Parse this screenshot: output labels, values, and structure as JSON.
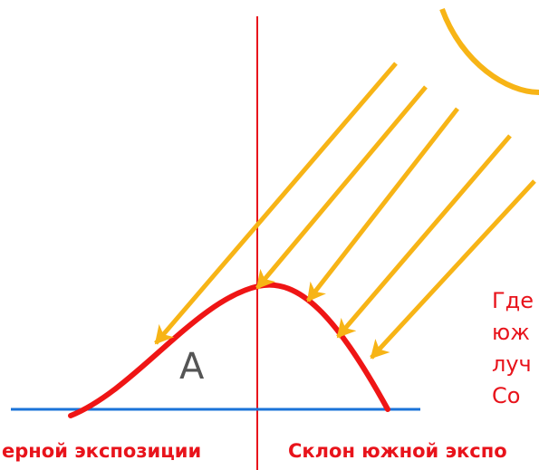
{
  "colors": {
    "sun": "#f7b416",
    "ray": "#f7b416",
    "hill": "#ef1515",
    "ground": "#1a73d8",
    "axis": "#e8131b",
    "text_red": "#e8131b",
    "label_gray": "#555555"
  },
  "hill_label": "A",
  "side_text_lines": [
    "Где",
    "юж",
    "луч",
    "Со"
  ],
  "labels": {
    "north_slope": "ерной экспозиции",
    "south_slope": "Склон южной экспо"
  }
}
